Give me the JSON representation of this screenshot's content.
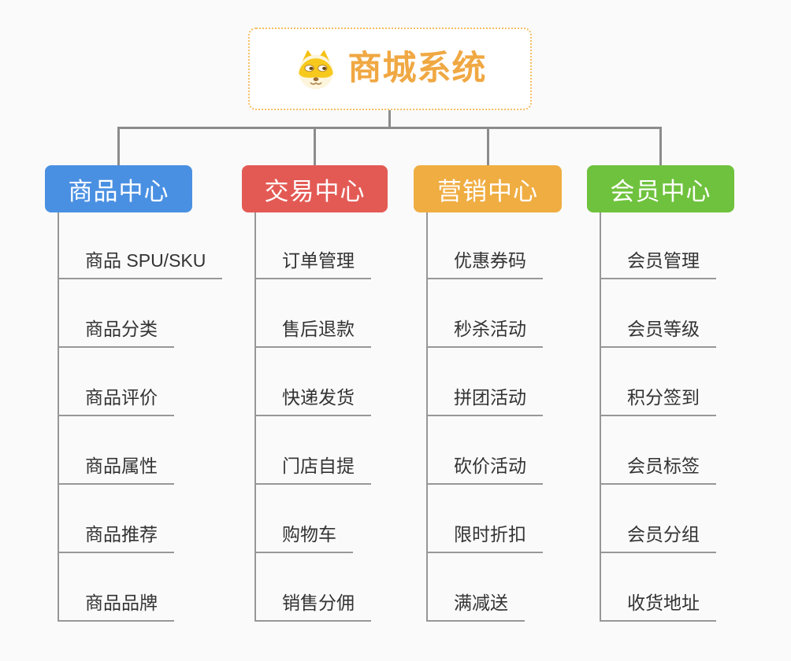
{
  "root": {
    "title": "商城系统",
    "icon": "doge-face-icon"
  },
  "branches": [
    {
      "id": "product-center",
      "label": "商品中心",
      "color": "#4a90e2",
      "items": [
        "商品 SPU/SKU",
        "商品分类",
        "商品评价",
        "商品属性",
        "商品推荐",
        "商品品牌"
      ]
    },
    {
      "id": "trade-center",
      "label": "交易中心",
      "color": "#e35a55",
      "items": [
        "订单管理",
        "售后退款",
        "快递发货",
        "门店自提",
        "购物车",
        "销售分佣"
      ]
    },
    {
      "id": "marketing-center",
      "label": "营销中心",
      "color": "#efad42",
      "items": [
        "优惠券码",
        "秒杀活动",
        "拼团活动",
        "砍价活动",
        "限时折扣",
        "满减送"
      ]
    },
    {
      "id": "member-center",
      "label": "会员中心",
      "color": "#6fc23d",
      "items": [
        "会员管理",
        "会员等级",
        "积分签到",
        "会员标签",
        "会员分组",
        "收货地址"
      ]
    }
  ],
  "colors": {
    "accent_orange": "#f0a843",
    "root_border": "#f5bd62",
    "connector_gray": "#8c8c8c",
    "item_text": "#333333",
    "branch_text": "#ffffff",
    "background": "#fafafa"
  }
}
